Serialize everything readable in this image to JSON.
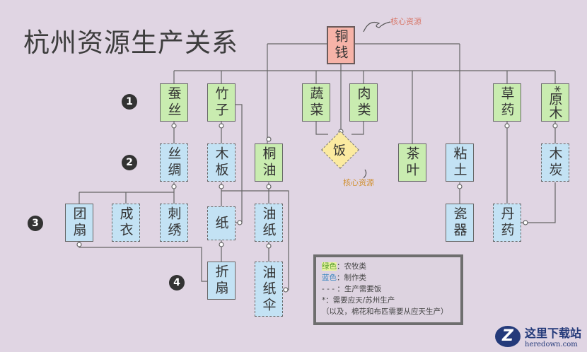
{
  "title": "杭州资源生产关系",
  "core_label": "核心资源",
  "row_labels": [
    "1",
    "2",
    "3",
    "4"
  ],
  "nodes": {
    "tongqian": "铜钱",
    "cansi": "蚕丝",
    "zhuzi": "竹子",
    "shucai": "蔬菜",
    "roulei": "肉类",
    "caoyao": "草药",
    "yuanmu": "*原木",
    "sichou": "丝绸",
    "muban": "木板",
    "tongyou": "桐油",
    "fan": "饭",
    "chaye": "茶叶",
    "niantu": "粘土",
    "mutan": "木炭",
    "tuanshan": "团扇",
    "chengyi": "成衣",
    "cixiu": "刺绣",
    "zhi": "纸",
    "youzhi": "油纸",
    "ciqi": "瓷器",
    "danyao": "丹药",
    "zheshan": "折扇",
    "youzhisan": "油纸伞"
  },
  "legend": {
    "green_key": "绿色",
    "green_desc": "：农牧类",
    "blue_key": "蓝色",
    "blue_desc": "：制作类",
    "dash_line": "- - - ：生产需要饭",
    "star_line": "*：需要应天/苏州生产",
    "note_line": "（以及，棉花和布匹需要从应天生产）"
  },
  "watermark": {
    "logo": "Z",
    "name": "这里下载站",
    "url": "heredown.com"
  }
}
